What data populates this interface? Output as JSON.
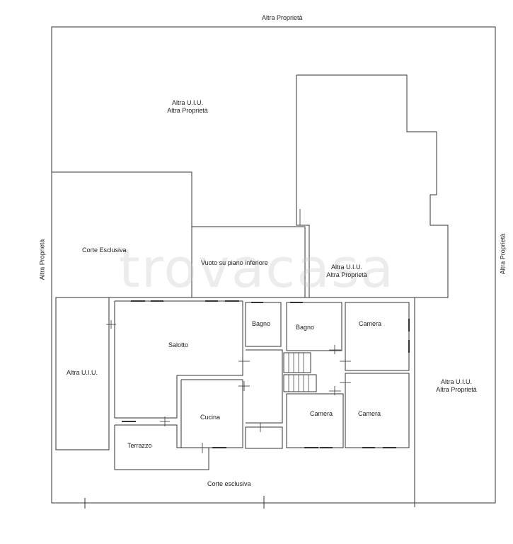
{
  "labels": {
    "top_owner": "Altra Proprietà",
    "left_owner": "Altra Proprietà",
    "right_owner": "Altra Proprietà",
    "north_unit_line1": "Altra U.I.U.",
    "north_unit_line2": "Altra Proprietà",
    "corte_esclusiva_nw": "Corte Esclusiva",
    "vuoto": "Vuoto su piano inferiore",
    "ne_unit_line1": "Altra U.I.U.",
    "ne_unit_line2": "Altra Proprietà",
    "west_unit": "Altra U.I.U.",
    "salotto": "Salotto",
    "bagno_1": "Bagno",
    "bagno_2": "Bagno",
    "camera_1": "Camera",
    "camera_2": "Camera",
    "camera_3": "Camera",
    "cucina": "Cucina",
    "terrazzo": "Terrazzo",
    "se_unit_line1": "Altra U.I.U.",
    "se_unit_line2": "Altra Proprietà",
    "corte_esclusiva_s": "Corte esclusiva"
  },
  "watermark": "trovacasa",
  "colors": {
    "line": "#333333",
    "text": "#222222",
    "watermark": "#c8c8c8"
  }
}
